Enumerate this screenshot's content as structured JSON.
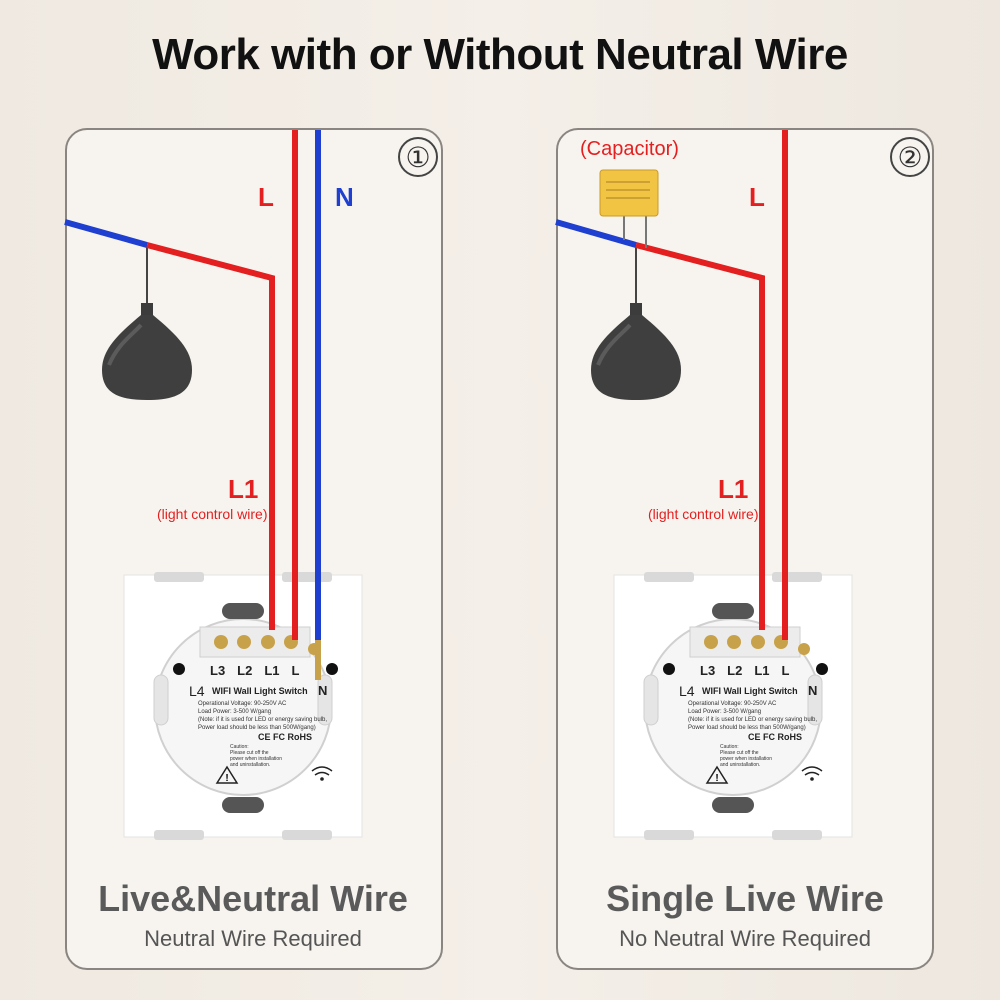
{
  "title": "Work with or Without Neutral Wire",
  "colors": {
    "live": "#e41f1f",
    "neutral": "#1e3fd0",
    "capacitor": "#f2c443"
  },
  "left": {
    "number": "①",
    "label_live": "L",
    "label_neutral": "N",
    "label_l1": "L1",
    "label_l1_note": "(light control wire)",
    "heading": "Live&Neutral Wire",
    "subheading": "Neutral Wire Required"
  },
  "right": {
    "number": "②",
    "capacitor_label": "(Capacitor)",
    "label_live": "L",
    "label_l1": "L1",
    "label_l1_note": "(light control wire)",
    "heading": "Single Live Wire",
    "subheading": "No Neutral Wire Required"
  },
  "switch": {
    "terminals": [
      "L3",
      "L2",
      "L1",
      "L"
    ],
    "l4": "L4",
    "n": "N",
    "product": "WIFI Wall Light Switch",
    "spec_lines": [
      "Operational Voltage: 90-250V AC",
      "Load Power: 3-500 W/gang",
      "(Note: if it is used for LED or energy saving bulb,",
      "Power load should be less than 500W/gang)"
    ],
    "marks": "CE FC RoHS",
    "caution": [
      "Caution:",
      "Please cut off the",
      "power when installation",
      "and uninstallation."
    ]
  }
}
